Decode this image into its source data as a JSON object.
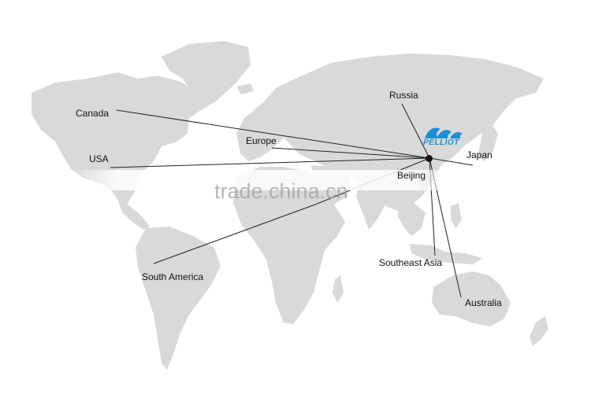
{
  "map": {
    "background_color": "#ffffff",
    "land_color": "#d9d9d9",
    "route_color": "#222222",
    "hub": {
      "label": "Beijing"
    },
    "logo": {
      "text": "PELLIOT",
      "color": "#1a8fd6"
    },
    "watermark": "trade.china.cn",
    "destinations": {
      "canada": "Canada",
      "usa": "USA",
      "europe": "Europe",
      "russia": "Russia",
      "japan": "Japan",
      "southeast_asia": "Southeast Asia",
      "australia": "Australia",
      "south_america": "South America"
    }
  }
}
